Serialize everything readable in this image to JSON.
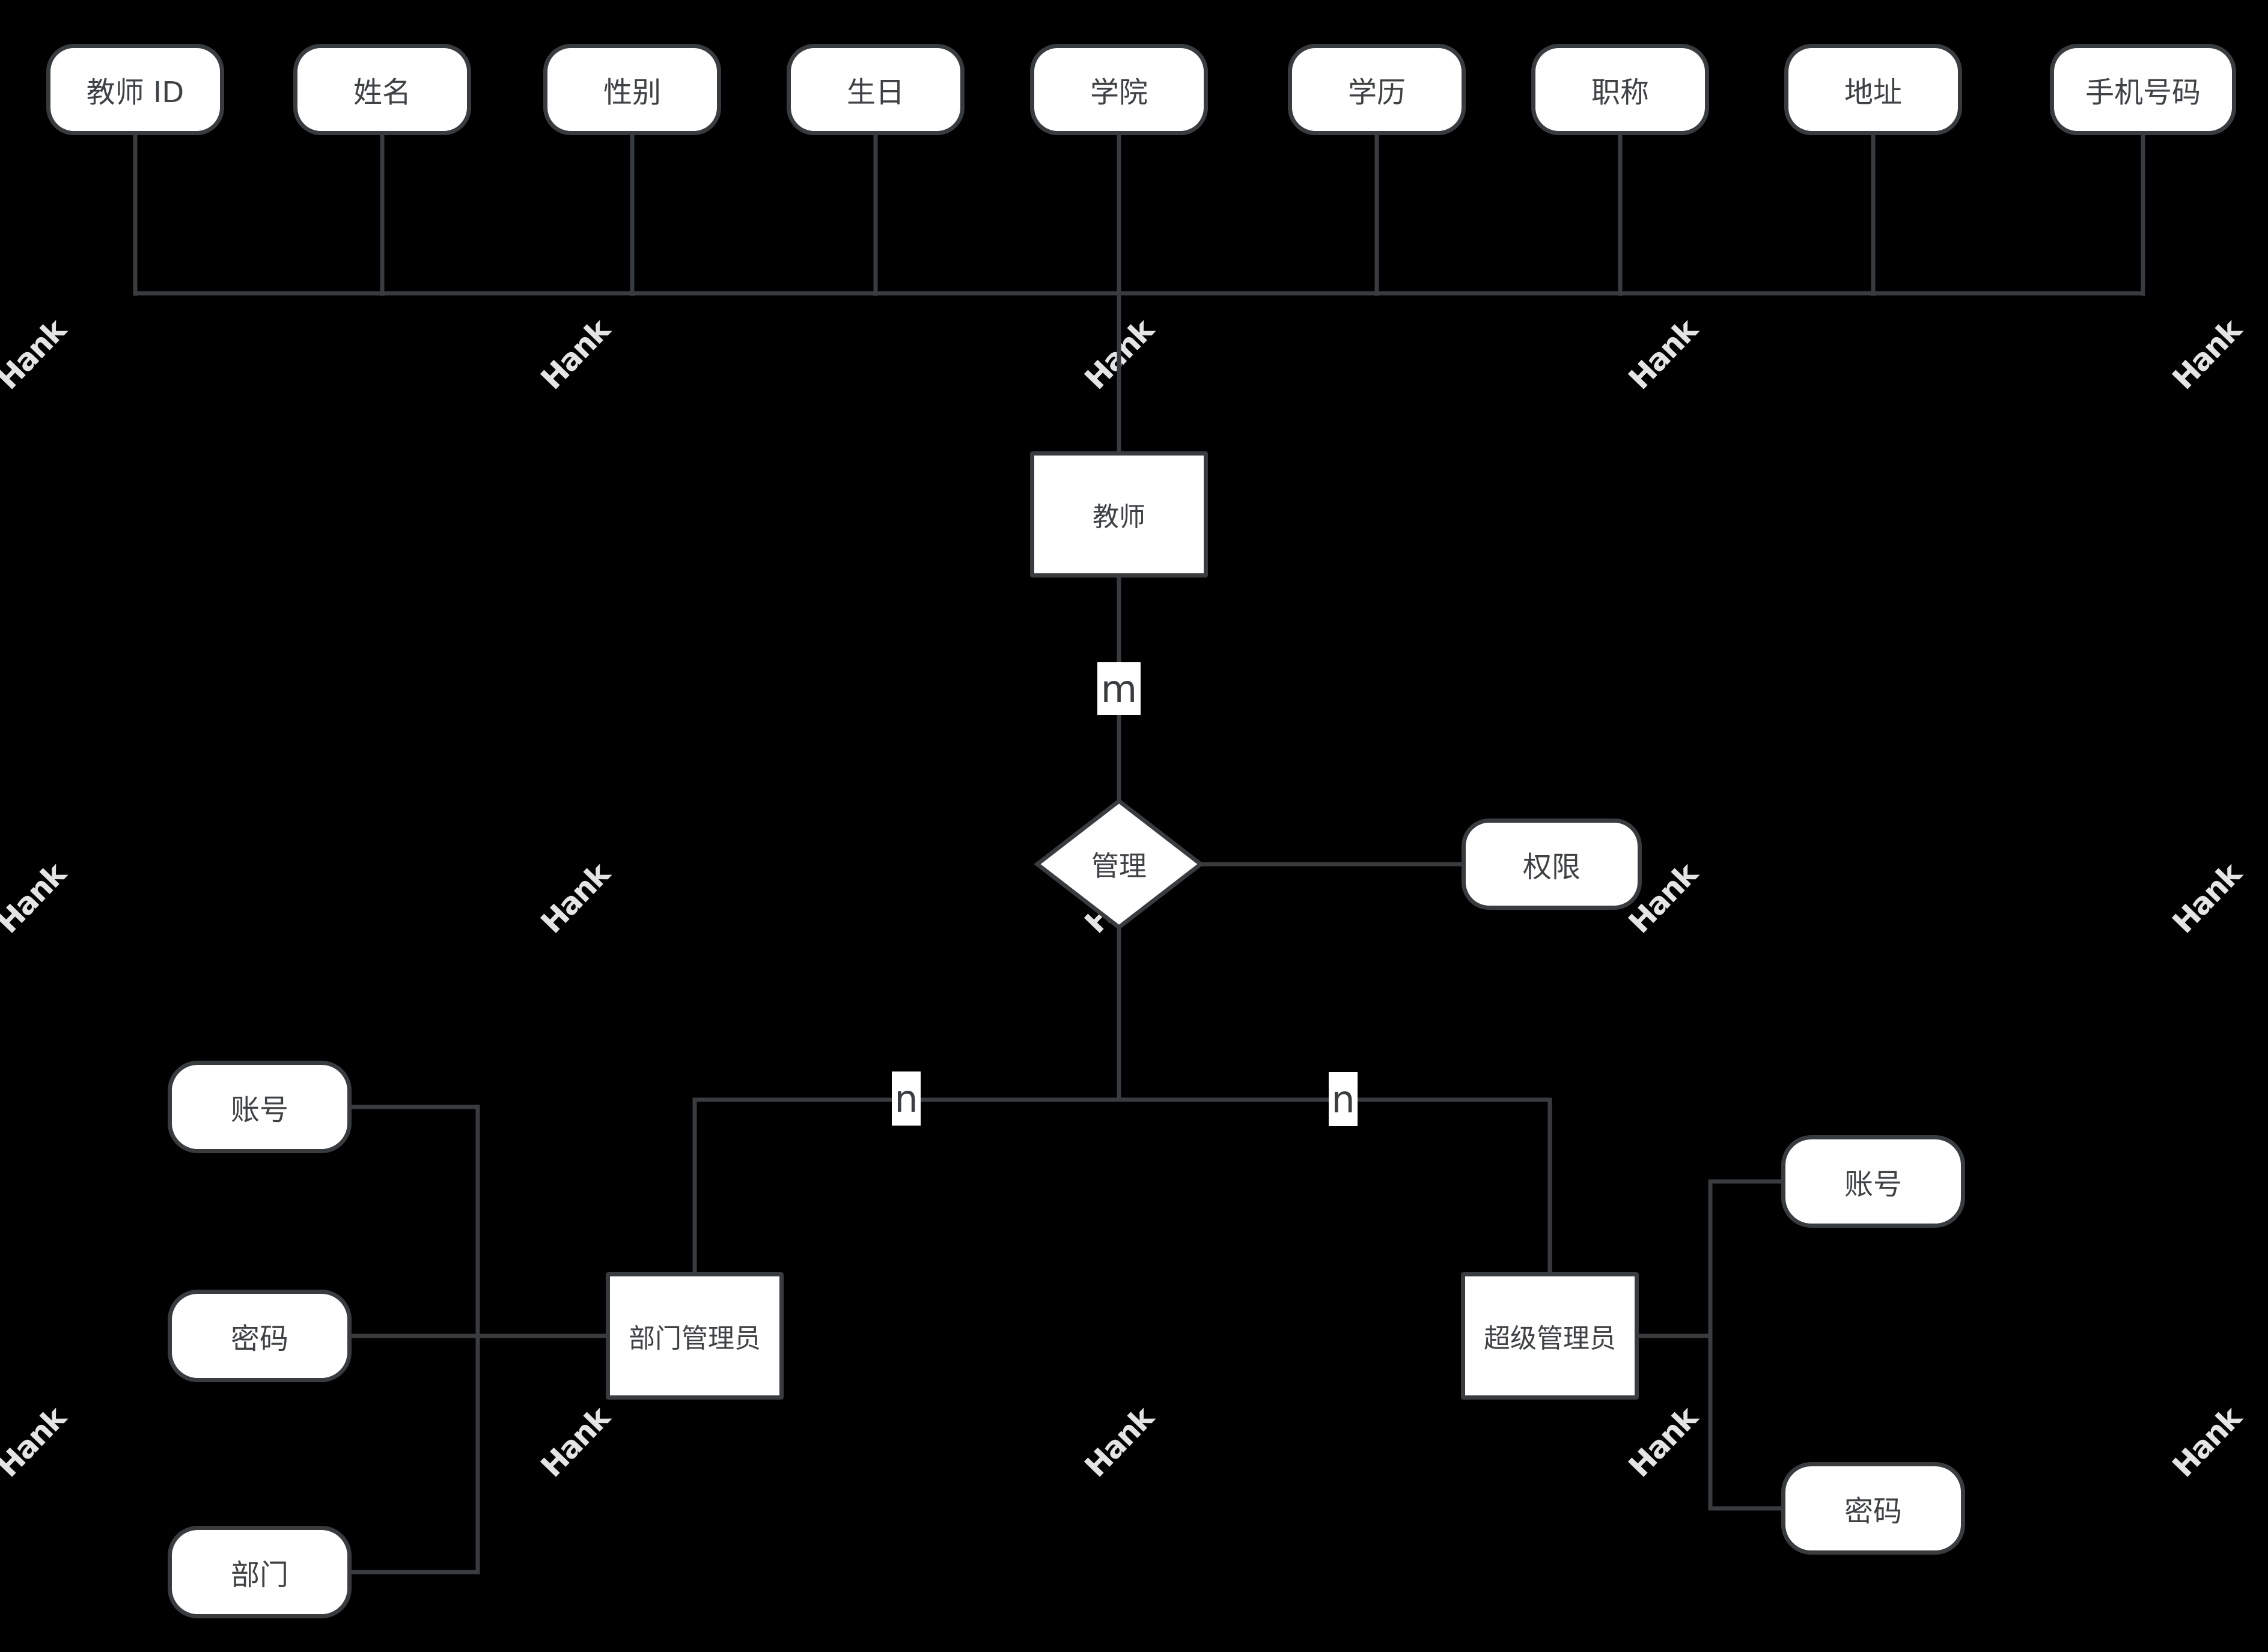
{
  "colors": {
    "background": "#000000",
    "stroke": "#393c3e",
    "shape_fill": "#ffffff",
    "text": "#3f4245",
    "watermark": "#e4e4e4"
  },
  "teacher": {
    "label": "教师",
    "attributes": [
      "教师 ID",
      "姓名",
      "性别",
      "生日",
      "学院",
      "学历",
      "职称",
      "地址",
      "手机号码"
    ]
  },
  "relationship": {
    "label": "管理",
    "attribute": "权限",
    "cardinalities": {
      "teacher": "m",
      "dept_admin": "n",
      "super_admin": "n"
    }
  },
  "dept_admin": {
    "label": "部门管理员",
    "attributes": [
      "账号",
      "密码",
      "部门"
    ]
  },
  "super_admin": {
    "label": "超级管理员",
    "attributes": [
      "账号",
      "密码"
    ]
  },
  "watermark": {
    "text": "Hank"
  }
}
